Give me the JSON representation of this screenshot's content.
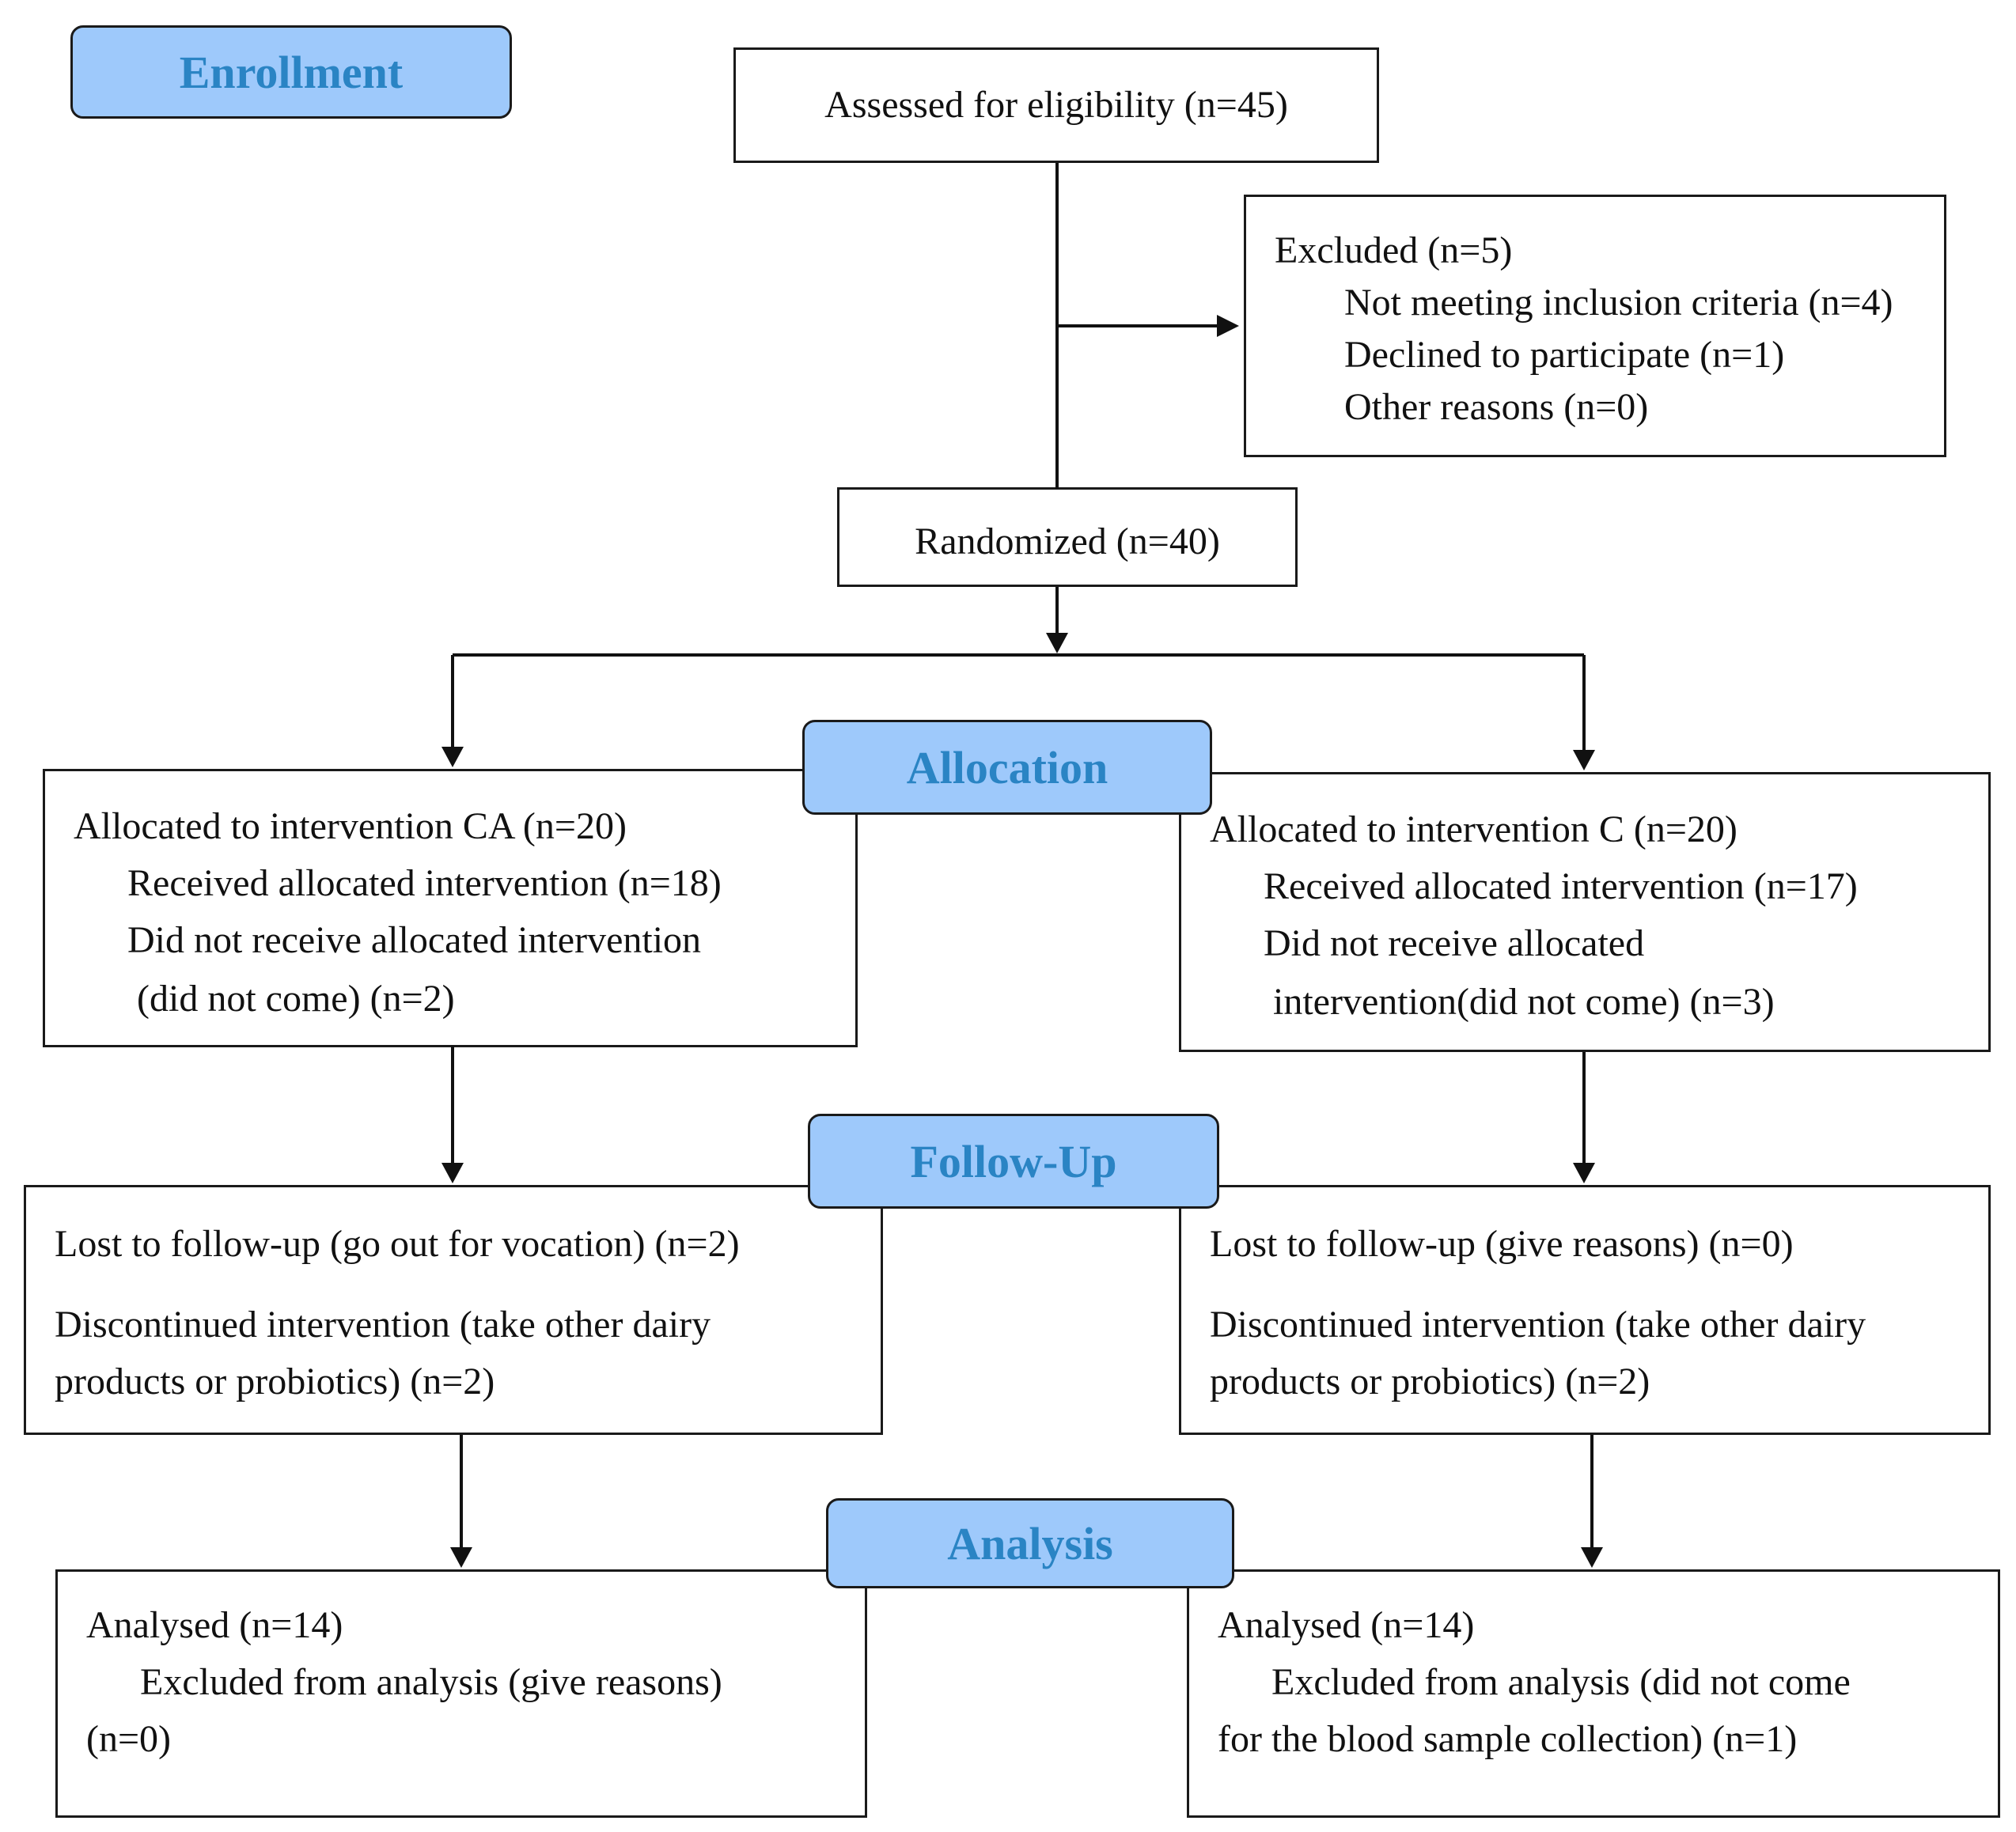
{
  "stages": {
    "enrollment": "Enrollment",
    "allocation": "Allocation",
    "follow_up": "Follow-Up",
    "analysis": "Analysis"
  },
  "assessed": "Assessed for eligibility (n=45)",
  "excluded": {
    "title": "Excluded (n=5)",
    "items": [
      "Not meeting inclusion criteria (n=4)",
      "Declined to participate (n=1)",
      "Other reasons (n=0)"
    ]
  },
  "randomized": "Randomized (n=40)",
  "allocation_left": {
    "title": "Allocated to intervention CA (n=20)",
    "received": "Received allocated intervention (n=18)",
    "not_received_1": "Did not receive allocated intervention",
    "not_received_2": "(did not come) (n=2)"
  },
  "allocation_right": {
    "title": "Allocated to intervention C (n=20)",
    "received": "Received allocated intervention (n=17)",
    "not_received_1": "Did not receive allocated",
    "not_received_2": "intervention(did not come) (n=3)"
  },
  "followup_left": {
    "lost": "Lost to follow-up (go out for vocation) (n=2)",
    "disc_1": "Discontinued intervention (take other dairy",
    "disc_2": "products or probiotics) (n=2)"
  },
  "followup_right": {
    "lost": "Lost to follow-up (give reasons) (n=0)",
    "disc_1": "Discontinued intervention (take other dairy",
    "disc_2": "products or probiotics) (n=2)"
  },
  "analysis_left": {
    "analysed": "Analysed (n=14)",
    "excl_1": "Excluded from analysis (give reasons)",
    "excl_2": "(n=0)"
  },
  "analysis_right": {
    "analysed": "Analysed (n=14)",
    "excl_1": "Excluded from analysis (did not come",
    "excl_2": "for the blood sample collection) (n=1)"
  }
}
